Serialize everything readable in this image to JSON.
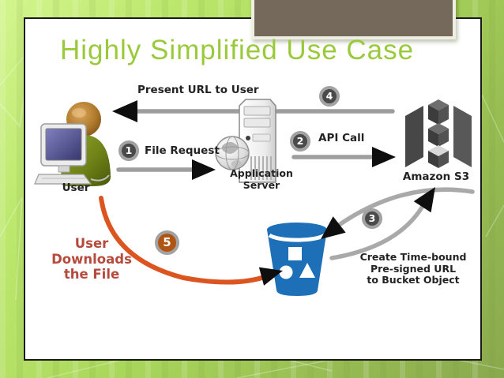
{
  "slide": {
    "title": "Highly Simplified Use Case"
  },
  "colors": {
    "title_green": "#9aca3c",
    "background_green": "#a9d75b",
    "header_box_taupe": "#75695b",
    "arrow_gray": "#9e9e9e",
    "download_arrow_orange": "#dc5420",
    "download_text_red": "#b64a3c",
    "bucket_blue": "#1d70b7",
    "badge_fill_gray": "#4a4a4a",
    "badge_fill_orange": "#b05414",
    "badge_ring_gray": "#a2a2a2"
  },
  "diagram": {
    "nodes": {
      "user": {
        "label": "User",
        "icon": "user-at-computer-icon"
      },
      "app_server": {
        "label_lines": [
          "Application",
          "Server"
        ],
        "icon": "server-tower-icon"
      },
      "s3": {
        "label": "Amazon S3",
        "icon": "amazon-s3-icon"
      },
      "bucket": {
        "icon": "s3-bucket-icon"
      }
    },
    "steps": [
      {
        "number": "1",
        "label": "File Request"
      },
      {
        "number": "2",
        "label": "API Call"
      },
      {
        "number": "3",
        "label_lines": [
          "Create Time-bound",
          "Pre-signed URL",
          "to Bucket Object"
        ]
      },
      {
        "number": "4",
        "label": "Present URL to User"
      },
      {
        "number": "5",
        "label_lines": [
          "User",
          "Downloads",
          "the File"
        ]
      }
    ]
  }
}
